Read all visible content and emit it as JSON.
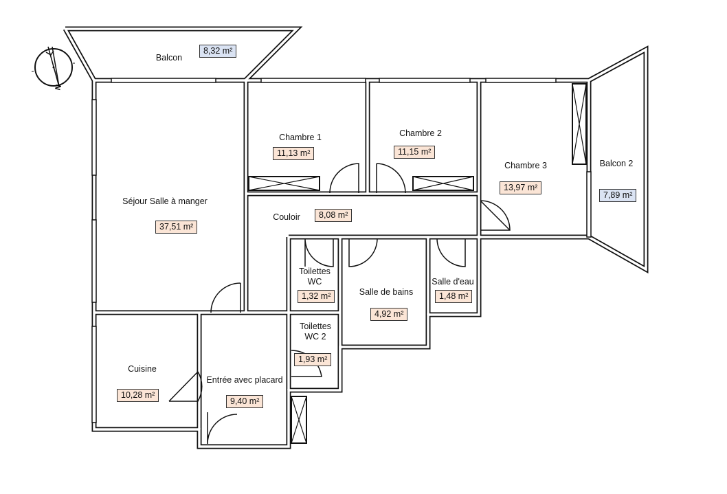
{
  "colors": {
    "room_area_fill": "#fbe5d6",
    "balcony_area_fill": "#dae3f3",
    "wall": "#111111"
  },
  "compass": {
    "icon": "north-arrow-icon",
    "label": "N"
  },
  "rooms": [
    {
      "name": "Balcon",
      "area": "8,32 m²",
      "type": "balcony"
    },
    {
      "name": "Séjour Salle à manger",
      "area": "37,51 m²"
    },
    {
      "name": "Chambre 1",
      "area": "11,13 m²"
    },
    {
      "name": "Chambre 2",
      "area": "11,15 m²"
    },
    {
      "name": "Chambre 3",
      "area": "13,97 m²"
    },
    {
      "name": "Balcon 2",
      "area": "7,89 m²",
      "type": "balcony"
    },
    {
      "name": "Couloir",
      "area": "8,08 m²"
    },
    {
      "name": "Toilettes WC",
      "area": "1,32 m²"
    },
    {
      "name": "Salle de bains",
      "area": "4,92 m²"
    },
    {
      "name": "Salle d'eau",
      "area": "1,48 m²"
    },
    {
      "name": "Toilettes WC 2",
      "area": "1,93 m²"
    },
    {
      "name": "Cuisine",
      "area": "10,28 m²"
    },
    {
      "name": "Entrée avec placard",
      "area": "9,40 m²"
    }
  ]
}
